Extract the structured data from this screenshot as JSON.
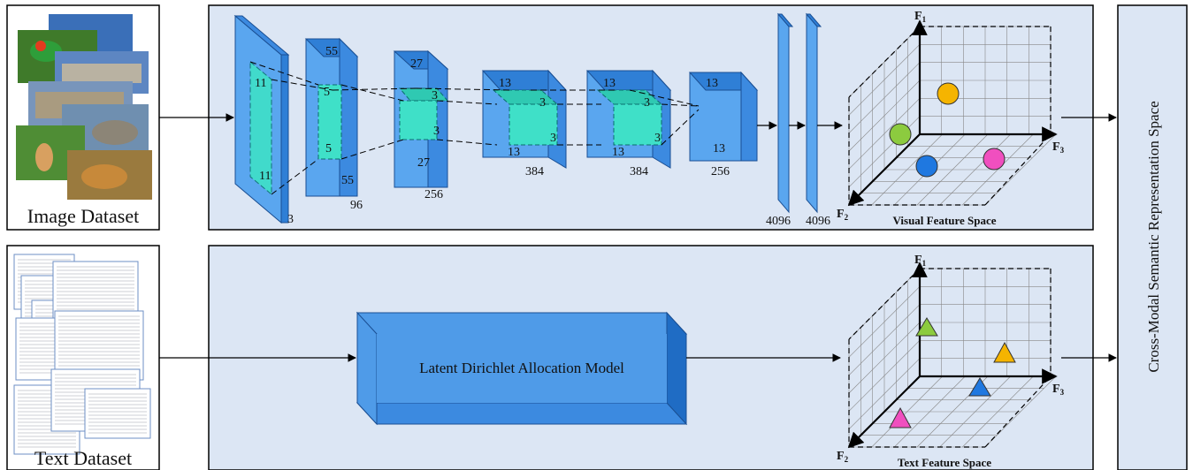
{
  "colors": {
    "panel_fill": "#dce6f4",
    "cube_blue": "#4f9be8",
    "cube_blue_top": "#2f7fd6",
    "cube_blue_side": "#1f6cc4",
    "cube_teal": "#3fe0c8",
    "sphere_orange": "#f5b400",
    "sphere_green": "#8ccb3f",
    "sphere_blue": "#1f78e0",
    "sphere_pink": "#f04fbf"
  },
  "image_dataset": {
    "label": "Image Dataset"
  },
  "text_dataset": {
    "label": "Text Dataset"
  },
  "cnn": {
    "layer1": {
      "kernel_a": "11",
      "kernel_b": "11",
      "depth": "3"
    },
    "layer2": {
      "size_a": "55",
      "size_b": "55",
      "kernel_a": "5",
      "kernel_b": "5",
      "depth": "96"
    },
    "layer3": {
      "size_a": "27",
      "size_b": "27",
      "kernel_a": "3",
      "kernel_b": "3",
      "depth": "256"
    },
    "layer4": {
      "size_a": "13",
      "size_b": "13",
      "kernel_a": "3",
      "kernel_b": "3",
      "depth": "384"
    },
    "layer5": {
      "size_a": "13",
      "size_b": "13",
      "kernel_a": "3",
      "kernel_b": "3",
      "depth": "384"
    },
    "layer6": {
      "size_a": "13",
      "size_b": "13",
      "depth": "256"
    },
    "fc1": {
      "label": "4096"
    },
    "fc2": {
      "label": "4096"
    }
  },
  "visual_space": {
    "caption": "Visual Feature Space",
    "f1": "F",
    "f1_sub": "1",
    "f2": "F",
    "f2_sub": "2",
    "f3": "F",
    "f3_sub": "3"
  },
  "text_space": {
    "caption": "Text Feature Space",
    "f1": "F",
    "f1_sub": "1",
    "f2": "F",
    "f2_sub": "2",
    "f3": "F",
    "f3_sub": "3"
  },
  "lda": {
    "label": "Latent Dirichlet Allocation Model"
  },
  "semantic_space": {
    "label": "Cross-Modal Semantic Representation Space"
  }
}
